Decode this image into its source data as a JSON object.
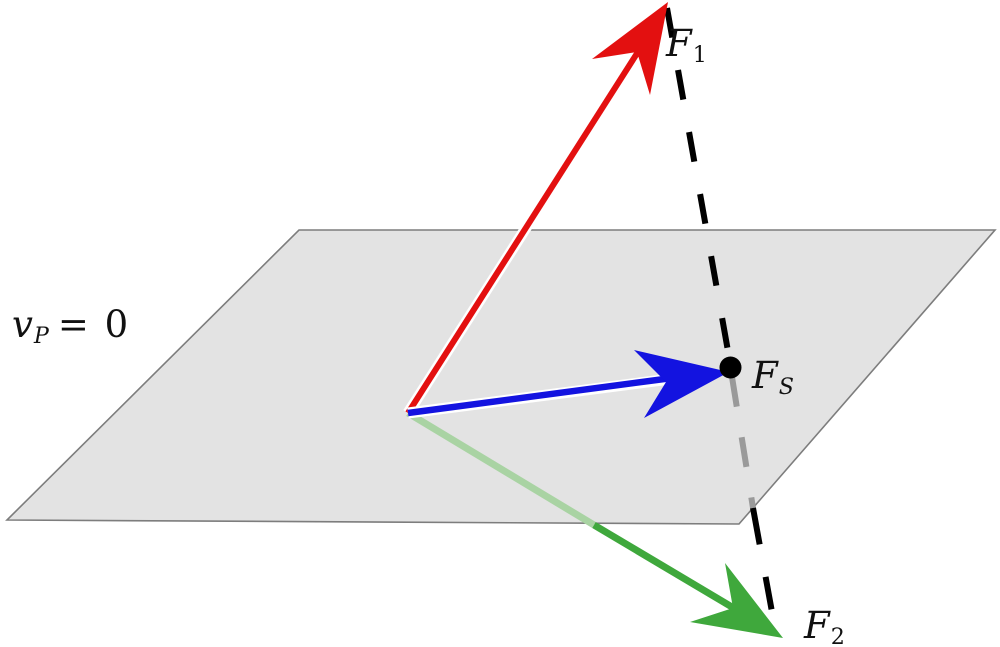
{
  "figure": {
    "description": "3D force diagram: a translucent gray plane with zero-velocity point, an applied force F1 (red, up), a reaction force F2 (green, down), their line of action (black dashed, gray where hidden by the plane), and the static friction / surface force FS (blue, in-plane) ending at a black contact point.",
    "background": "#ffffff"
  },
  "labels": {
    "vp": {
      "var": "v",
      "sub": "P",
      "eq": "= 0"
    },
    "f1": {
      "var": "F",
      "sub": "1"
    },
    "fs": {
      "var": "F",
      "sub": "S"
    },
    "f2": {
      "var": "F",
      "sub": "2"
    }
  },
  "colors": {
    "f1_red": "#e31010",
    "fs_blue": "#1313e0",
    "f2_green": "#3fa83c",
    "f2_green_hidden": "#a9d3a3",
    "plane_fill": "#e3e3e3",
    "plane_edge": "#7d7d7d",
    "dash_black": "#000000",
    "dash_hidden_gray": "#9a9a9a",
    "point_black": "#000000",
    "line_casing": "#ffffff",
    "text": "#111111"
  }
}
